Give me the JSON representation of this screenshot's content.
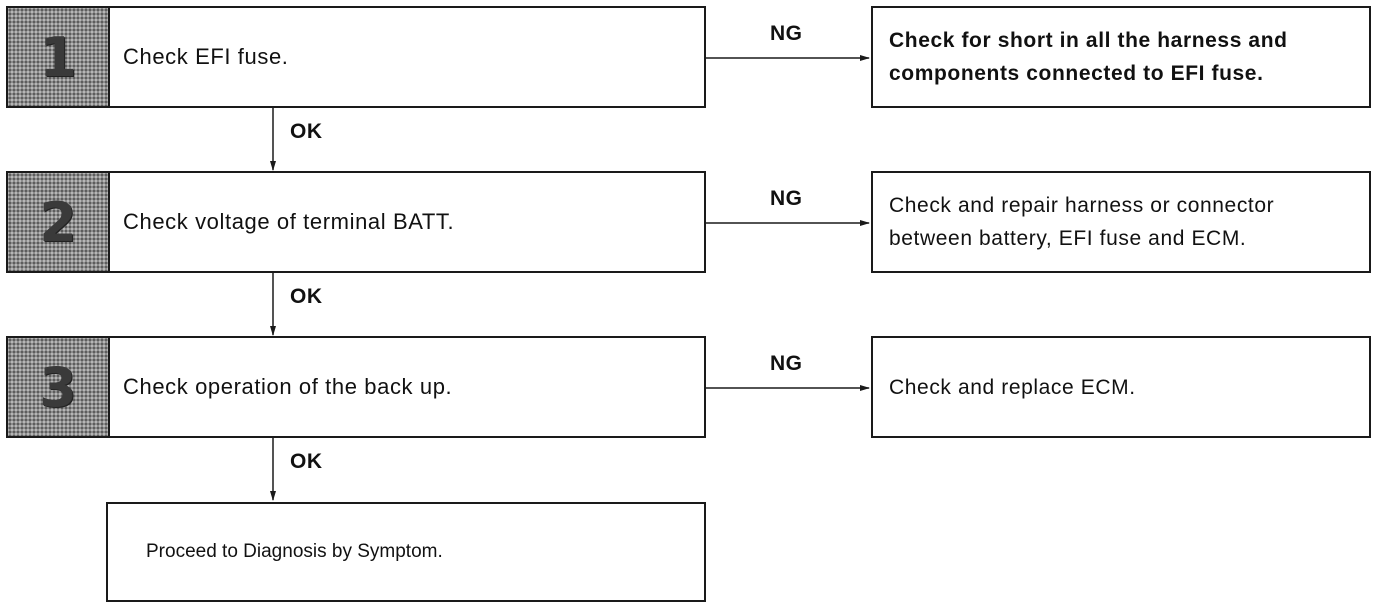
{
  "steps": [
    {
      "number": "1",
      "text": "Check EFI fuse.",
      "ng_label": "NG",
      "ng_action": "Check for short in all the harness and components connected to EFI fuse.",
      "ok_label": "OK"
    },
    {
      "number": "2",
      "text": "Check voltage of terminal BATT.",
      "ng_label": "NG",
      "ng_action": "Check and repair harness or connector between battery, EFI fuse and ECM.",
      "ok_label": "OK"
    },
    {
      "number": "3",
      "text": "Check operation of the back up.",
      "ng_label": "NG",
      "ng_action": "Check and replace ECM.",
      "ok_label": "OK"
    }
  ],
  "final": {
    "text": "Proceed to Diagnosis by Symptom."
  }
}
